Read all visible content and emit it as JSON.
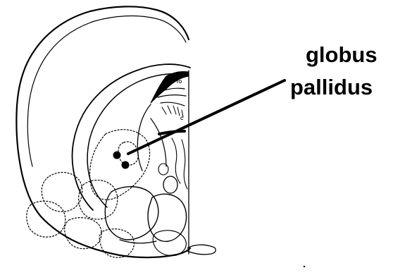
{
  "annotation": {
    "line1": "globus",
    "line2": "pallidus"
  },
  "structure_labels": {
    "top_fragment": "TO",
    "mid_fragment": "C"
  }
}
